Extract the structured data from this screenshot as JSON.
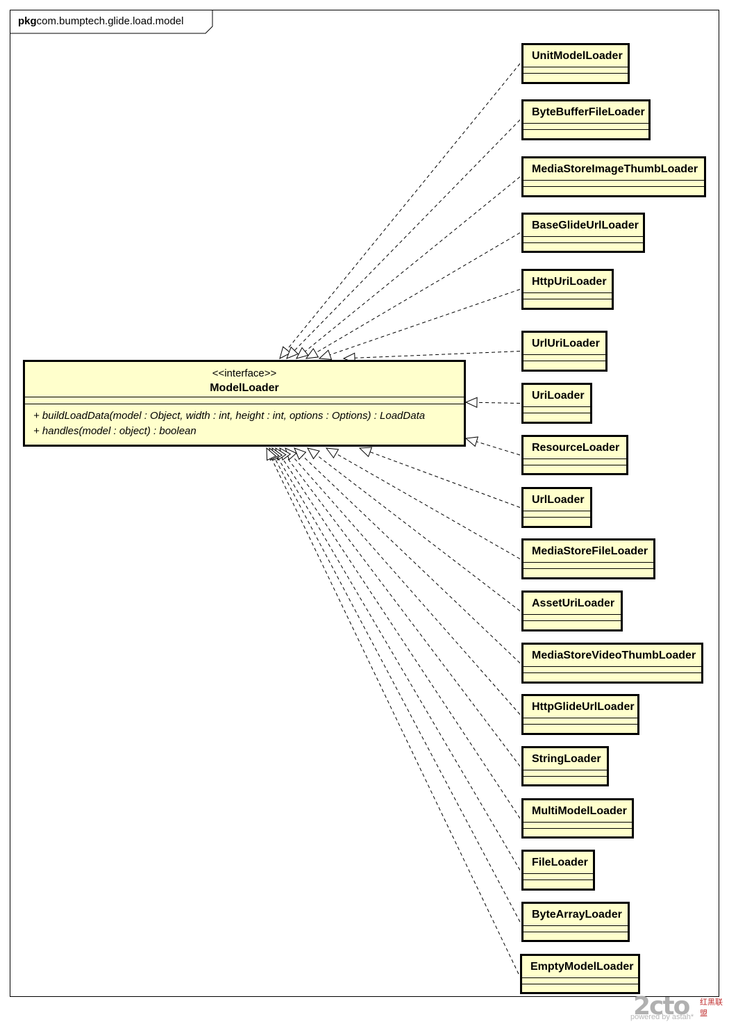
{
  "package": {
    "keyword": "pkg",
    "name": "com.bumptech.glide.load.model"
  },
  "interface": {
    "stereotype": "<<interface>>",
    "name": "ModelLoader",
    "operations": [
      "+ buildLoadData(model : Object, width : int, height : int, options : Options) : LoadData",
      "+ handles(model : object) : boolean"
    ]
  },
  "classes": [
    "UnitModelLoader",
    "ByteBufferFileLoader",
    "MediaStoreImageThumbLoader",
    "BaseGlideUrlLoader",
    "HttpUriLoader",
    "UrlUriLoader",
    "UriLoader",
    "ResourceLoader",
    "UrlLoader",
    "MediaStoreFileLoader",
    "AssetUriLoader",
    "MediaStoreVideoThumbLoader",
    "HttpGlideUrlLoader",
    "StringLoader",
    "MultiModelLoader",
    "FileLoader",
    "ByteArrayLoader",
    "EmptyModelLoader"
  ],
  "relationship": "realization",
  "watermark": {
    "main": "2cto",
    "side": "红黑联盟",
    "sub": "powered by astah*"
  },
  "colors": {
    "class_fill": "#ffffcc",
    "stroke": "#000000"
  }
}
